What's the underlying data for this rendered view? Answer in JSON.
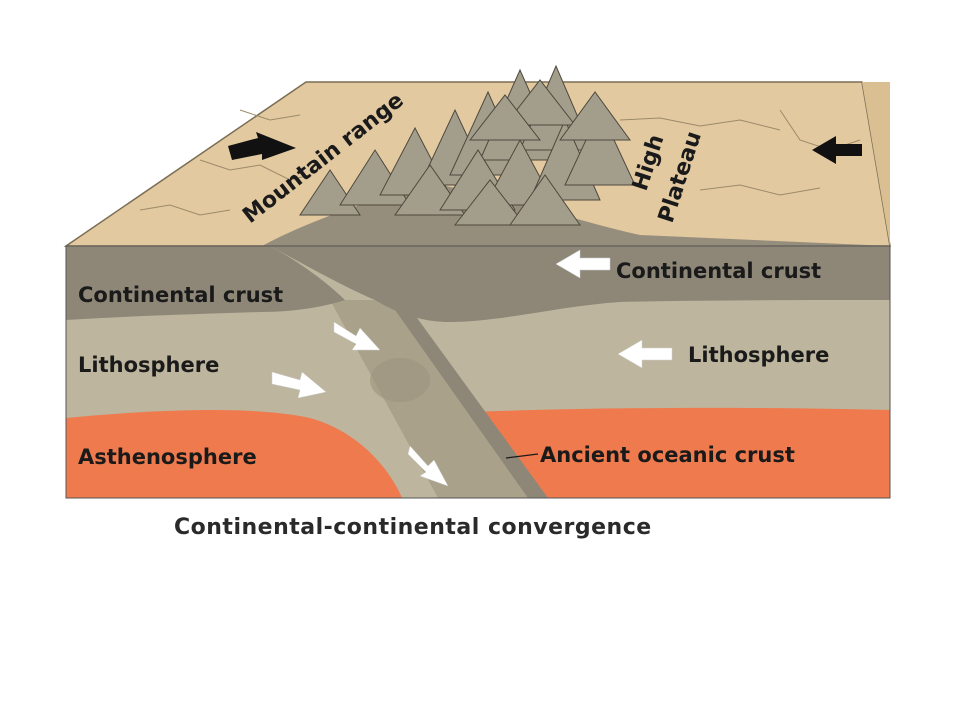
{
  "labels": {
    "mountain_range": "Mountain range",
    "high": "High",
    "plateau": "Plateau",
    "continental_crust_left": "Continental crust",
    "continental_crust_right": "Continental crust",
    "lithosphere_left": "Lithosphere",
    "lithosphere_right": "Lithosphere",
    "asthenosphere": "Asthenosphere",
    "ancient_oceanic_crust": "Ancient oceanic crust"
  },
  "caption": "Continental-continental convergence",
  "colors": {
    "surface": "#e2c9a0",
    "continental_crust": "#8e8778",
    "lithosphere": "#bdb59d",
    "asthenosphere": "#ef7a4e",
    "mountains": "#a39e8c",
    "arrow_white": "#ffffff",
    "arrow_black": "#111111"
  }
}
